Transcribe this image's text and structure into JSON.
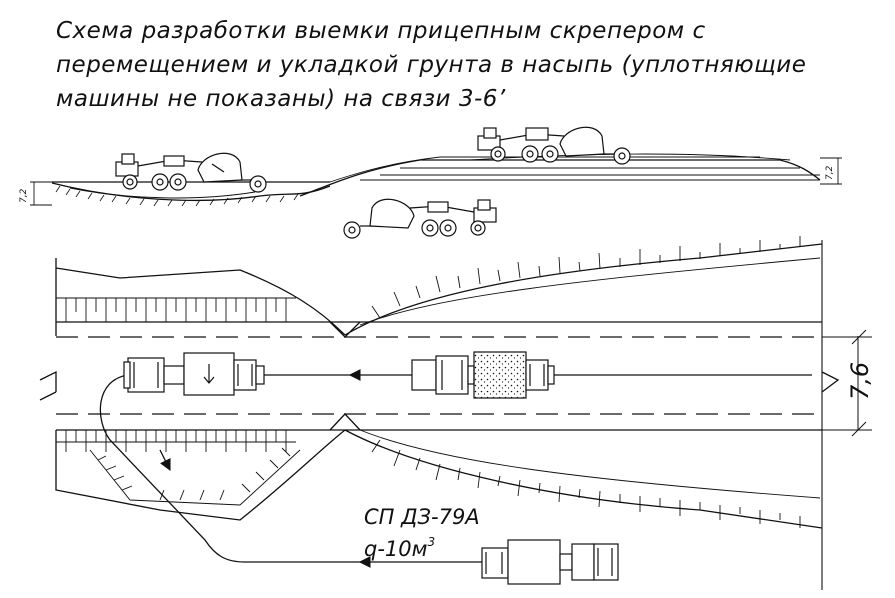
{
  "title": {
    "line1": "Схема разработки выемки прицепным скрепером с",
    "line2": "перемещением и укладкой грунта в насыпь (уплотняющие",
    "line3": "машины не показаны) на связи 3-6’"
  },
  "profile": {
    "depth_left": "7,2",
    "height_right": "7,2"
  },
  "plan": {
    "width_dim": "7,6",
    "machine_name": "СП ДЗ-79А",
    "capacity_prefix": "q-10м",
    "capacity_sup": "3"
  },
  "colors": {
    "ink": "#111111"
  }
}
